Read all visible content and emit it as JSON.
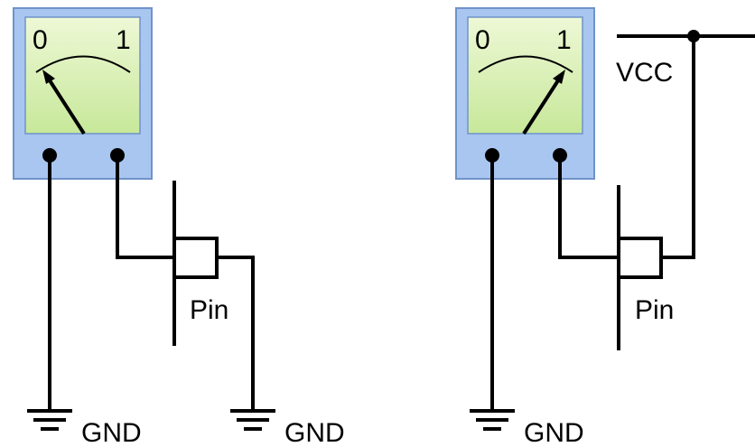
{
  "left_circuit": {
    "meter": {
      "scale_min": "0",
      "scale_max": "1",
      "needle_value": 0
    },
    "pin_label": "Pin",
    "gnd_label_1": "GND",
    "gnd_label_2": "GND"
  },
  "right_circuit": {
    "meter": {
      "scale_min": "0",
      "scale_max": "1",
      "needle_value": 1
    },
    "pin_label": "Pin",
    "vcc_label": "VCC",
    "gnd_label": "GND"
  },
  "colors": {
    "meter_body": "#a9c6f0",
    "meter_body_border": "#6f93c9",
    "meter_face_light": "#eef8d6",
    "meter_face_dark": "#c7e89a"
  }
}
